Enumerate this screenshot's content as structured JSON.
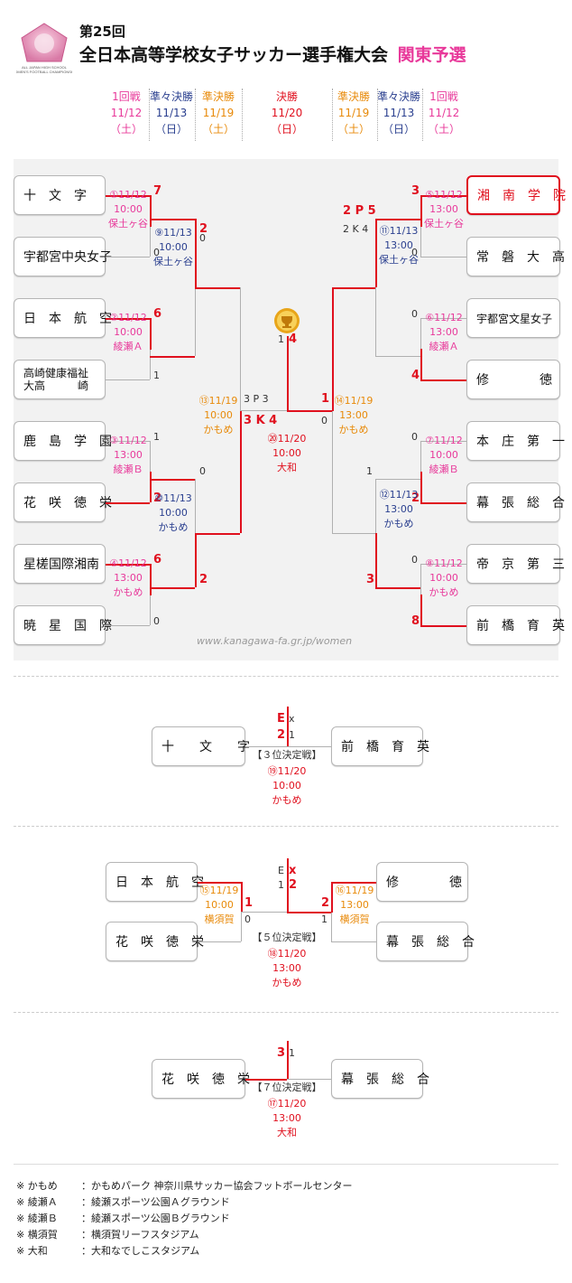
{
  "header": {
    "edition": "第25回",
    "title": "全日本高等学校女子サッカー選手権大会",
    "subtitle": "関東予選",
    "logo_text": "ALL JAPAN HIGH SCHOOL WOMEN'S FOOTBALL CHAMPIONSHIP"
  },
  "schedule": [
    {
      "round": "1回戦",
      "date": "11/12",
      "day": "（土）",
      "color": "#e8399a"
    },
    {
      "round": "準々決勝",
      "date": "11/13",
      "day": "（日）",
      "color": "#2a3f8f"
    },
    {
      "round": "準決勝",
      "date": "11/19",
      "day": "（土）",
      "color": "#e88a0a"
    },
    {
      "round": "決勝",
      "date": "11/20",
      "day": "（日）",
      "color": "#e0101e"
    },
    {
      "round": "準決勝",
      "date": "11/19",
      "day": "（土）",
      "color": "#e88a0a"
    },
    {
      "round": "準々決勝",
      "date": "11/13",
      "day": "（日）",
      "color": "#2a3f8f"
    },
    {
      "round": "1回戦",
      "date": "11/12",
      "day": "（土）",
      "color": "#e8399a"
    }
  ],
  "teams_left": [
    "十　文　字",
    "宇都宮中央女子",
    "日　本　航　空",
    "高崎健康福祉大高　　　崎",
    "鹿　島　学　園",
    "花　咲　徳　栄",
    "星槎国際湘南",
    "暁　星　国　際"
  ],
  "teams_right": [
    "湘　南　学　院",
    "常　磐　大　高",
    "宇都宮文星女子",
    "修　　　　徳",
    "本　庄　第　一",
    "幕　張　総　合",
    "帝　京　第　三",
    "前　橋　育　英"
  ],
  "matches": {
    "m1": {
      "no": "①",
      "date": "11/12",
      "time": "10:00",
      "venue": "保土ヶ谷",
      "s1": "7",
      "s2": "0"
    },
    "m2": {
      "no": "②",
      "date": "11/12",
      "time": "10:00",
      "venue": "綾瀬Ａ",
      "s1": "6",
      "s2": "1"
    },
    "m3": {
      "no": "③",
      "date": "11/12",
      "time": "13:00",
      "venue": "綾瀬Ｂ",
      "s1": "1",
      "s2": "2"
    },
    "m4": {
      "no": "④",
      "date": "11/12",
      "time": "13:00",
      "venue": "かもめ",
      "s1": "6",
      "s2": "0"
    },
    "m5": {
      "no": "⑤",
      "date": "11/12",
      "time": "13:00",
      "venue": "保土ヶ谷",
      "s1": "3",
      "s2": "0"
    },
    "m6": {
      "no": "⑥",
      "date": "11/12",
      "time": "13:00",
      "venue": "綾瀬Ａ",
      "s1": "0",
      "s2": "4"
    },
    "m7": {
      "no": "⑦",
      "date": "11/12",
      "time": "10:00",
      "venue": "綾瀬Ｂ",
      "s1": "0",
      "s2": "2"
    },
    "m8": {
      "no": "⑧",
      "date": "11/12",
      "time": "10:00",
      "venue": "かもめ",
      "s1": "0",
      "s2": "8"
    },
    "m9": {
      "no": "⑨",
      "date": "11/13",
      "time": "10:00",
      "venue": "保土ヶ谷",
      "s1": "2",
      "s2": "0"
    },
    "m10": {
      "no": "⑩",
      "date": "11/13",
      "time": "10:00",
      "venue": "かもめ",
      "s1": "0",
      "s2": "2"
    },
    "m11": {
      "no": "⑪",
      "date": "11/13",
      "time": "13:00",
      "venue": "保土ヶ谷",
      "s1": "2 P 5",
      "s2": "2 K 4"
    },
    "m12": {
      "no": "⑫",
      "date": "11/13",
      "time": "13:00",
      "venue": "かもめ",
      "s1": "1",
      "s2": "3"
    },
    "m13": {
      "no": "⑬",
      "date": "11/19",
      "time": "10:00",
      "venue": "かもめ",
      "s1": "3 P 3",
      "s2": "3 K 4"
    },
    "m14": {
      "no": "⑭",
      "date": "11/19",
      "time": "13:00",
      "venue": "かもめ",
      "s1": "1",
      "s2": "0"
    },
    "final": {
      "no": "⑳",
      "date": "11/20",
      "time": "10:00",
      "venue": "大和",
      "s1": "1",
      "s2": "4"
    }
  },
  "url": "www.kanagawa-fa.gr.jp/women",
  "third": {
    "left": "十　　文　　字",
    "right": "前　橋　育　英",
    "title": "【３位決定戦】",
    "no": "⑲",
    "date": "11/20",
    "time": "10:00",
    "venue": "かもめ",
    "sl": "E",
    "sr": "x",
    "s1": "2",
    "s2": "1"
  },
  "fifth": {
    "t1": "日　本　航　空",
    "t2": "花　咲　徳　栄",
    "t3": "修　　　　徳",
    "t4": "幕　張　総　合",
    "sfl": {
      "no": "⑮",
      "date": "11/19",
      "time": "10:00",
      "venue": "横須賀",
      "s1": "1",
      "s2": "0"
    },
    "sfr": {
      "no": "⑯",
      "date": "11/19",
      "time": "13:00",
      "venue": "横須賀",
      "s1": "2",
      "s2": "1"
    },
    "title": "【５位決定戦】",
    "no": "⑱",
    "date": "11/20",
    "time": "13:00",
    "venue": "かもめ",
    "sl": "E",
    "sr": "x",
    "s1": "1",
    "s2": "2"
  },
  "seventh": {
    "left": "花　咲　徳　栄",
    "right": "幕　張　総　合",
    "title": "【７位決定戦】",
    "no": "⑰",
    "date": "11/20",
    "time": "13:00",
    "venue": "大和",
    "s1": "3",
    "s2": "1"
  },
  "notes": [
    {
      "k": "※ かもめ",
      "v": "：かもめパーク 神奈川県サッカー協会フットボールセンター"
    },
    {
      "k": "※ 綾瀬Ａ",
      "v": "：綾瀬スポーツ公園Ａグラウンド"
    },
    {
      "k": "※ 綾瀬Ｂ",
      "v": "：綾瀬スポーツ公園Ｂグラウンド"
    },
    {
      "k": "※ 横須賀",
      "v": "：横須賀リーフスタジアム"
    },
    {
      "k": "※ 大和",
      "v": "：大和なでしこスタジアム"
    }
  ]
}
